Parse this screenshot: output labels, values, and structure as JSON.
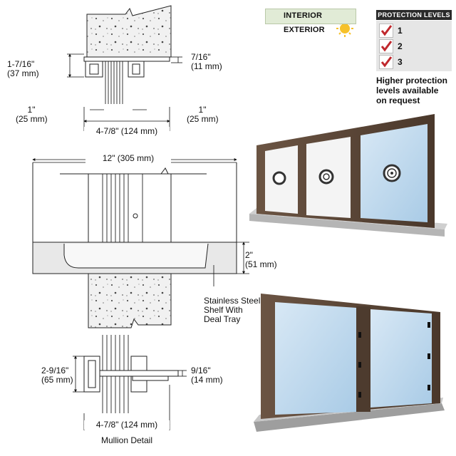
{
  "legend": {
    "interior": "INTERIOR",
    "exterior": "EXTERIOR",
    "interior_bg": "#e1ebd6",
    "accent_red": "#c0282d"
  },
  "protection": {
    "title": "PROTECTION LEVELS",
    "levels": [
      "1",
      "2",
      "3"
    ],
    "note_lines": [
      "Higher protection",
      "levels available",
      "on request"
    ]
  },
  "dims": {
    "top_left": [
      "1-7/16\"",
      "(37 mm)"
    ],
    "top_right": [
      "7/16\"",
      "(11 mm)"
    ],
    "top_1_left": [
      "1\"",
      "(25 mm)"
    ],
    "top_1_right": [
      "1\"",
      "(25 mm)"
    ],
    "top_width": "4-7/8\" (124 mm)",
    "shelf_width": "12\" (305 mm)",
    "shelf_height": [
      "2\"",
      "(51 mm)"
    ],
    "shelf_label": [
      "Stainless Steel",
      "Shelf With",
      "Deal Tray"
    ],
    "mullion_left": [
      "2-9/16\"",
      "(65 mm)"
    ],
    "mullion_right": [
      "9/16\"",
      "(14 mm)"
    ],
    "mullion_width": "4-7/8\" (124 mm)",
    "mullion_title": "Mullion Detail"
  },
  "colors": {
    "frame_bronze": "#5a4637",
    "glass": "#bdd7ec",
    "sill": "#a8a8a8",
    "concrete": "#ececec"
  }
}
